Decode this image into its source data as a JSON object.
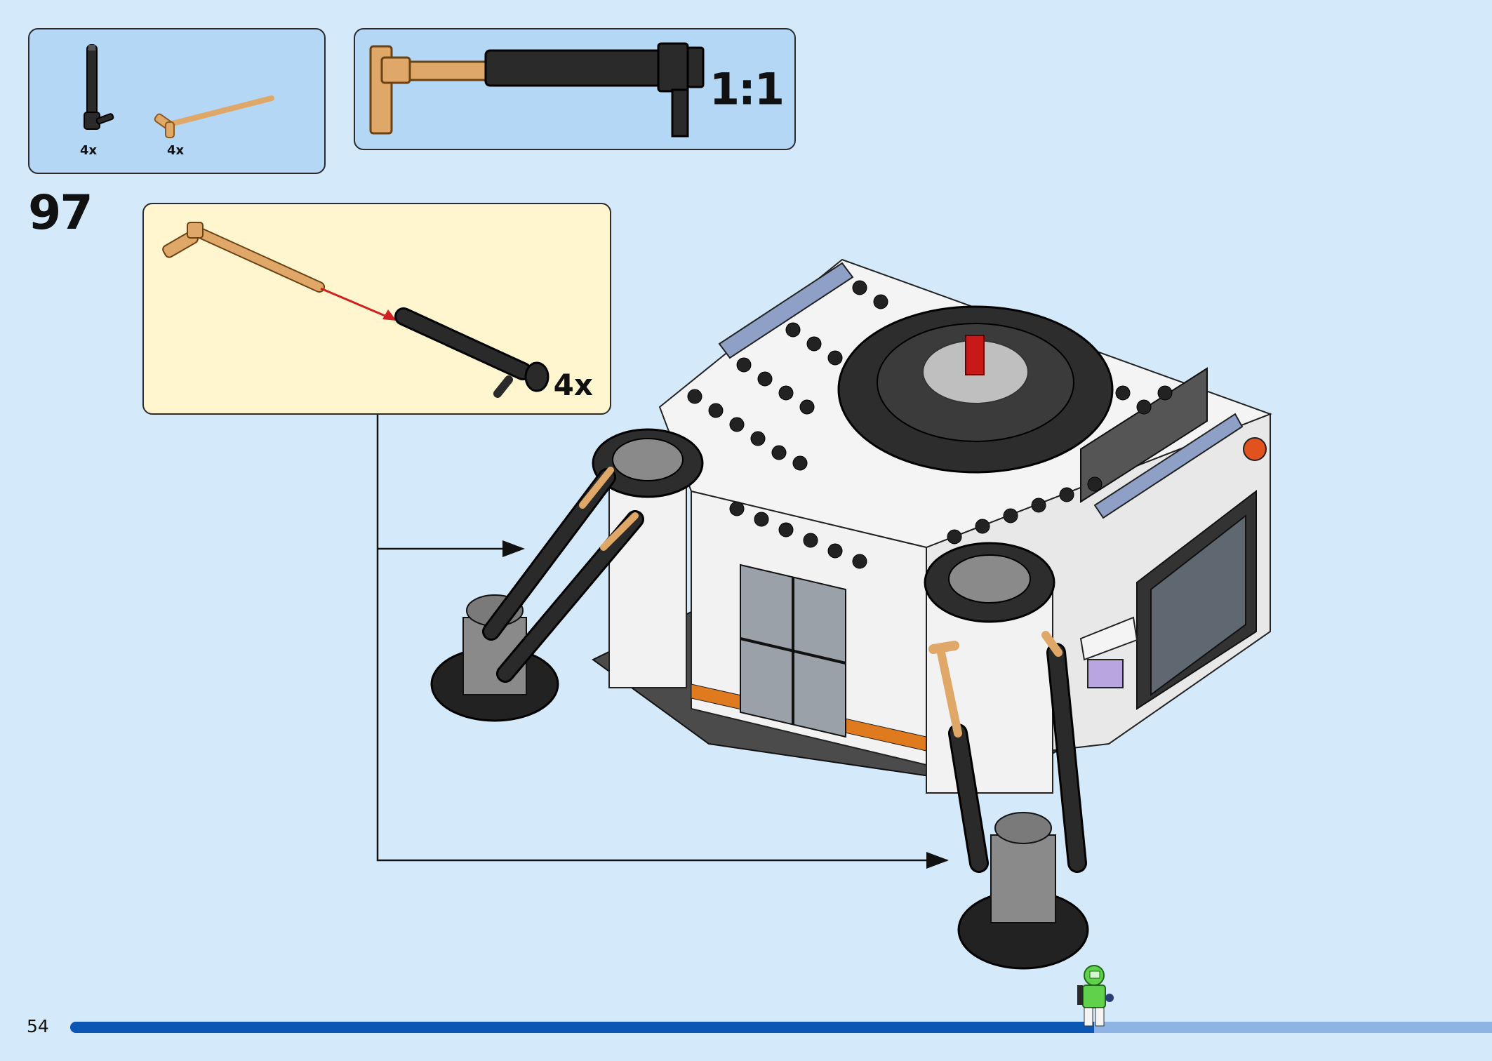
{
  "step": {
    "number": "97"
  },
  "page": {
    "number": "54"
  },
  "parts_list": {
    "items": [
      {
        "name": "black bar holder with clip",
        "qty": "4x"
      },
      {
        "name": "tan bar with handle",
        "qty": "4x"
      }
    ]
  },
  "scale_callout": {
    "label": "1:1"
  },
  "sub_assembly": {
    "qty": "4x"
  },
  "progress": {
    "fraction": 0.72
  },
  "colors": {
    "page_bg": "#d4eafb",
    "panel_blue": "#b3d7f5",
    "panel_yellow": "#fff5cf",
    "progress_fill": "#0b57b3",
    "progress_track": "#8eb4e3",
    "tan": "#e0a868",
    "black_part": "#2a2a2a"
  }
}
